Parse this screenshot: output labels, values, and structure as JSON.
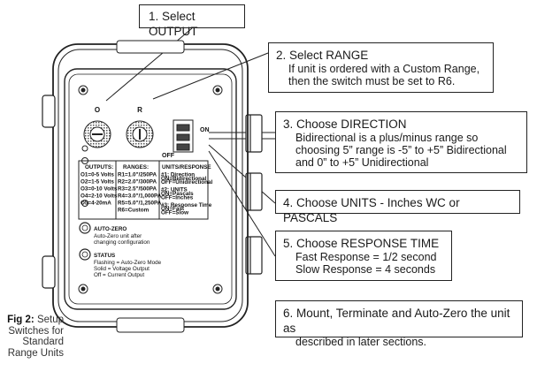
{
  "callouts": {
    "c1": {
      "title": "1. Select OUTPUT"
    },
    "c2": {
      "title": "2. Select RANGE",
      "lines": [
        "If unit is ordered with a Custom Range,",
        "then the switch must be set to R6."
      ]
    },
    "c3": {
      "title": "3. Choose DIRECTION",
      "lines": [
        "Bidirectional is a plus/minus range so",
        "choosing 5” range is -5” to +5” Bidirectional",
        "and 0” to +5” Unidirectional"
      ]
    },
    "c4": {
      "title": "4. Choose UNITS - Inches WC or PASCALS"
    },
    "c5": {
      "title": "5. Choose RESPONSE TIME",
      "lines": [
        "Fast Response = 1/2 second",
        "Slow Response = 4 seconds"
      ]
    },
    "c6": {
      "title": "6. Mount, Terminate and Auto-Zero the unit as",
      "line2": "described in later sections."
    }
  },
  "device": {
    "rotary_o": "O",
    "rotary_r": "R",
    "dip_on": "ON",
    "dip_off": "OFF",
    "outputs": {
      "header": "OUTPUTS:",
      "items": [
        "O1=0-5 Volts",
        "O2=1-5 Volts",
        "O3=0-10 Volts",
        "O4=2-10 Volts",
        "O5=4-20mA"
      ]
    },
    "ranges": {
      "header": "RANGES:",
      "items": [
        "R1=1.0\"/250PA",
        "R2=2.0\"/300PA",
        "R3=2.5\"/500PA",
        "R4=3.0\"/1,000PA",
        "R5=5.0\"/1,250PA",
        "R6=Custom"
      ]
    },
    "units_response": {
      "header": "UNITS/RESPONSE",
      "items": [
        "#1: Direction",
        "ON=Bidirectional",
        "OFF=Unidirectional",
        "",
        "#2: UNITS",
        "ON=Pascals",
        "OFF=Inches",
        "",
        "#3: Response Time",
        "ON=Fast",
        "OFF=Slow"
      ]
    },
    "autozero": {
      "title": "AUTO-ZERO",
      "lines": [
        "Auto-Zero unit after",
        "changing configuration"
      ]
    },
    "status": {
      "title": "STATUS",
      "lines": [
        "Flashing = Auto-Zero Mode",
        "Solid = Voltage Output",
        "Off = Current Output"
      ]
    }
  },
  "figure": {
    "label": "Fig 2:",
    "caption_first": "Setup",
    "caption_rest": [
      "Switches for",
      "Standard",
      "Range Units"
    ]
  }
}
